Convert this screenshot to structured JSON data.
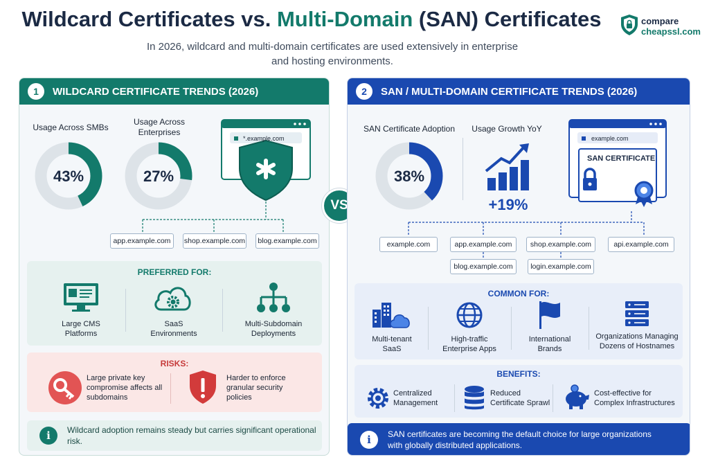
{
  "header": {
    "title_part1": "Wildcard Certificates vs. ",
    "title_accent": "Multi-Domain",
    "title_part2": " (SAN) Certificates",
    "subtitle": "In 2026, wildcard and multi-domain certificates are used extensively in enterprise and hosting environments."
  },
  "logo": {
    "line1": "compare",
    "line2": "cheapssl.com"
  },
  "vs_label": "VS",
  "colors": {
    "teal": "#137a6b",
    "blue": "#1a49b0",
    "red": "#c63a3a",
    "gray_track": "#dde3e8"
  },
  "left": {
    "number": "1",
    "title": "WILDCARD CERTIFICATE TRENDS (2026)",
    "stats": [
      {
        "label": "Usage Across SMBs",
        "value_text": "43%",
        "value": 43
      },
      {
        "label": "Usage Across Enterprises",
        "value_text": "27%",
        "value": 27
      }
    ],
    "browser_url": "*.example.com",
    "domains": [
      "app.example.com",
      "shop.example.com",
      "blog.example.com"
    ],
    "preferred_title": "PREFERRED FOR:",
    "preferred": [
      {
        "icon": "cms-monitor-icon",
        "label": "Large CMS Platforms"
      },
      {
        "icon": "cloud-gear-icon",
        "label": "SaaS Environments"
      },
      {
        "icon": "hierarchy-icon",
        "label": "Multi-Subdomain Deployments"
      }
    ],
    "risks_title": "RISKS:",
    "risks": [
      {
        "icon": "key-icon",
        "label": "Large private key compromise affects all subdomains"
      },
      {
        "icon": "warning-shield-icon",
        "label": "Harder to enforce granular security policies"
      }
    ],
    "note": "Wildcard adoption remains steady but carries significant operational risk."
  },
  "right": {
    "number": "2",
    "title": "SAN / MULTI-DOMAIN CERTIFICATE TRENDS (2026)",
    "adoption_label": "SAN Certificate Adoption",
    "adoption_text": "38%",
    "adoption_value": 38,
    "growth_label": "Usage Growth YoY",
    "growth_text": "+19%",
    "browser_url": "example.com",
    "cert_label": "SAN CERTIFICATE",
    "domains_row1": [
      "example.com",
      "app.example.com",
      "shop.example.com",
      "api.example.com"
    ],
    "domains_row2": [
      "blog.example.com",
      "login.example.com"
    ],
    "common_title": "COMMON FOR:",
    "common": [
      {
        "icon": "buildings-cloud-icon",
        "label": "Multi-tenant SaaS"
      },
      {
        "icon": "globe-icon",
        "label": "High-traffic Enterprise Apps"
      },
      {
        "icon": "flag-icon",
        "label": "International Brands"
      },
      {
        "icon": "server-rack-icon",
        "label": "Organizations Managing Dozens of Hostnames"
      }
    ],
    "benefits_title": "BENEFITS:",
    "benefits": [
      {
        "icon": "gear-icon",
        "label": "Centralized Management"
      },
      {
        "icon": "database-icon",
        "label": "Reduced Certificate Sprawl"
      },
      {
        "icon": "piggy-bank-icon",
        "label": "Cost-effective for Complex Infrastructures"
      }
    ],
    "note": "SAN certificates are becoming the default choice for large organizations with globally distributed applications."
  }
}
